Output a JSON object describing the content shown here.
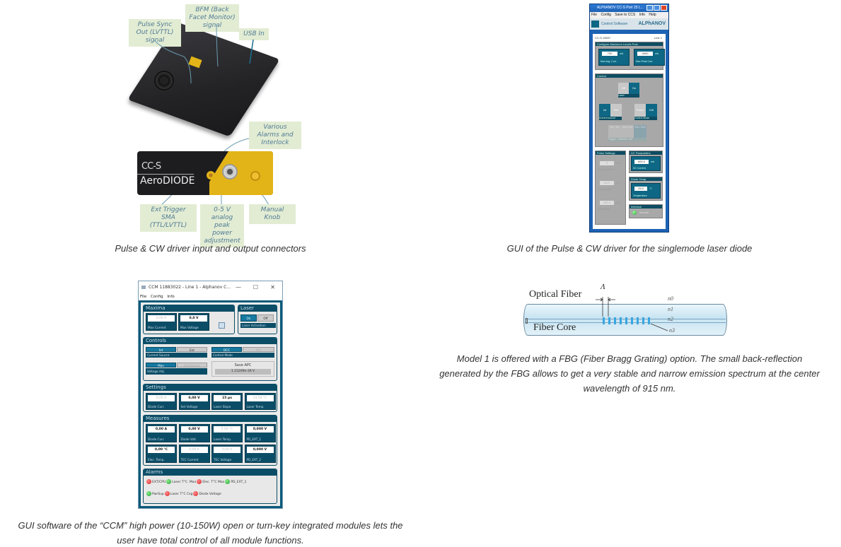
{
  "figures": {
    "connectors": {
      "caption": "Pulse & CW driver input and output connectors",
      "callouts": {
        "pulse_sync": "Pulse Sync Out (LVTTL) signal",
        "bfm": "BFM (Back Facet Monitor) signal",
        "usb": "USB In",
        "alarms": "Various Alarms and Interlock",
        "ext_trigger": "Ext Trigger SMA (TTL/LVTTL)",
        "analog": "0-5 V analog peak power adjustment",
        "knob": "Manual Knob"
      },
      "device_labels": {
        "model": "CC-S",
        "brand": "AeroDIODE"
      }
    },
    "gui_singlemode": {
      "caption": "GUI of the Pulse & CW driver for the singlemode laser diode",
      "window_title": "ALPhANOV CC-S Port 25 L...",
      "menu": [
        "File",
        "Config",
        "Save to CCS",
        "Info",
        "Help"
      ],
      "banner": {
        "text": "Control Software",
        "brand": "ALPhANOV"
      },
      "device_id": "CC-S-15837",
      "line": "Line 1",
      "max_levels": {
        "title": "Configure Maximum Levels Post",
        "avg_value": "700",
        "avg_unit": "mA",
        "avg_label": "Max Avg. Curr.",
        "peak_value": "4000",
        "peak_unit": "mA",
        "peak_label": "Max Peak Curr."
      },
      "control": {
        "title": "Control",
        "laser": {
          "off": "Off",
          "on": "On",
          "label": "Laser"
        },
        "current_source": {
          "int": "Int",
          "ext": "Ext",
          "label": "Current source"
        },
        "control_mode": {
          "pulse": "Pulse",
          "cw": "CW",
          "label": "Control Mode"
        },
        "trigger": {
          "opts": [
            "Int / Int",
            "Ext / Int",
            "Ext / Ext"
          ],
          "label": "Trigger / Interlock: Ext"
        }
      },
      "pulse_settings": {
        "title": "Pulse Settings",
        "peak_current": {
          "value": "0",
          "unit": "mA",
          "label": "Peak current"
        },
        "pulse_width": {
          "value": "20.0",
          "unit": "ns",
          "label": "Pulse width"
        },
        "frequency": {
          "value": "100.0",
          "unit": "kHz",
          "label": "Frequency"
        }
      },
      "dc_parameters": {
        "title": "DC Parameters",
        "value": "600.0",
        "unit": "mA",
        "label": "DC Current"
      },
      "diode_temp": {
        "title": "Diode Temp.",
        "value": "25.0",
        "unit": "°C",
        "label": "Temperature"
      },
      "interlock": {
        "title": "Interlock",
        "status": "Interlock"
      }
    },
    "gui_ccm": {
      "caption": "GUI software of the “CCM” high power (10-150W) open or turn-key integrated modules lets the user have total control of all module functions.",
      "window_title": "CCM 11883022 - Line 1 - Alphanov C...",
      "window_controls": [
        "—",
        "☐",
        "✕"
      ],
      "menu": [
        "File",
        "Config",
        "Info"
      ],
      "maxima": {
        "title": "Maxima",
        "max_current": {
          "value": "0,00 A",
          "label": "Max Current"
        },
        "max_voltage": {
          "value": "0,0 V",
          "label": "Max Voltage"
        }
      },
      "laser": {
        "title": "Laser",
        "on": "On",
        "off": "Off",
        "label": "Laser Activation"
      },
      "controls": {
        "title": "Controls",
        "current_source": {
          "int": "Int",
          "ext": "Ext",
          "label": "Current Source"
        },
        "control_mode": {
          "dcc": "DCC",
          "apc": "APC",
          "label": "Control Mode"
        },
        "voltage_adj": {
          "man": "Man",
          "ext": "ExtVoltage",
          "label": "Voltage Adj."
        },
        "save_apc": {
          "label": "Save APC",
          "value": "1.15209e-39 V"
        }
      },
      "settings": {
        "title": "Settings",
        "items": [
          {
            "value": "0,00 A",
            "label": "Diode Curr.",
            "dim": true
          },
          {
            "value": "0,00 V",
            "label": "Set Voltage",
            "dim": false
          },
          {
            "value": "15 µs",
            "label": "Laser Slope",
            "dim": false
          },
          {
            "value": "14,50 °C",
            "label": "Laser Temp.",
            "dim": true
          }
        ]
      },
      "measures": {
        "title": "Measures",
        "items": [
          {
            "value": "0,00 A",
            "label": "Diode Curr.",
            "dim": false
          },
          {
            "value": "0,00 V",
            "label": "Diode Volt.",
            "dim": false
          },
          {
            "value": "0,00 °C",
            "label": "Laser Temp.",
            "dim": true
          },
          {
            "value": "0,000 V",
            "label": "PD_EXT_1",
            "dim": false
          },
          {
            "value": "0,00 °C",
            "label": "Elec. Temp.",
            "dim": false
          },
          {
            "value": "0,00 A",
            "label": "TEC Current",
            "dim": true
          },
          {
            "value": "0,00 V",
            "label": "TEC Voltage",
            "dim": true
          },
          {
            "value": "0,000 V",
            "label": "PD_EXT_2",
            "dim": false
          }
        ]
      },
      "alarms": {
        "title": "Alarms",
        "row1": [
          {
            "label": "EXT/CPU",
            "status": "red"
          },
          {
            "label": "Laser T°C. Max",
            "status": "green"
          },
          {
            "label": "Elec. T°C Max",
            "status": "red"
          },
          {
            "label": "PD_EXT_1",
            "status": "green"
          }
        ],
        "row2": [
          {
            "label": "PwrSup",
            "status": "green"
          },
          {
            "label": "Laser T°C Csg",
            "status": "red"
          },
          {
            "label": "Diode Voltage",
            "status": "red"
          }
        ]
      }
    },
    "fbg": {
      "caption": "Model 1 is offered with a FBG (Fiber Bragg Grating) option. The small back-reflection generated by the FBG allows to get a very stable and narrow emission spectrum at the center wavelength of 915 nm.",
      "labels": {
        "fiber": "Optical Fiber",
        "core": "Fiber Core",
        "period": "Λ"
      },
      "indices": [
        "n0",
        "n1",
        "n2",
        "n3"
      ]
    }
  },
  "colors": {
    "led_red": "#d62828",
    "led_green": "#2a9d3a",
    "panel_teal": "#0b4d66",
    "callout_bg": "#e2ecd3"
  }
}
